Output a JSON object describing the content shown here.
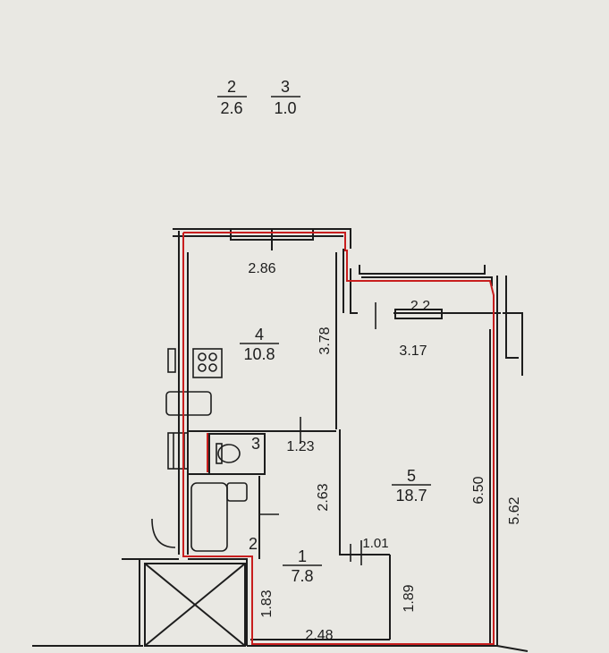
{
  "legend": [
    {
      "number": "2",
      "area": "2.6"
    },
    {
      "number": "3",
      "area": "1.0"
    }
  ],
  "rooms": [
    {
      "number": "4",
      "area": "10.8"
    },
    {
      "number": "5",
      "area": "18.7"
    },
    {
      "number": "1",
      "area": "7.8"
    },
    {
      "number": "3"
    },
    {
      "number": "2"
    }
  ],
  "dimensions": {
    "d_2_86": "2.86",
    "d_3_78": "3.78",
    "d_2_2": "2.2",
    "d_3_17": "3.17",
    "d_1_23": "1.23",
    "d_2_63": "2.63",
    "d_6_50": "6.50",
    "d_5_62": "5.62",
    "d_1_01": "1.01",
    "d_1_83": "1.83",
    "d_1_89": "1.89",
    "d_2_48": "2.48"
  },
  "colors": {
    "wall": "#1d1d1d",
    "boundary": "#c81e1e",
    "paper": "#e9e8e3"
  }
}
